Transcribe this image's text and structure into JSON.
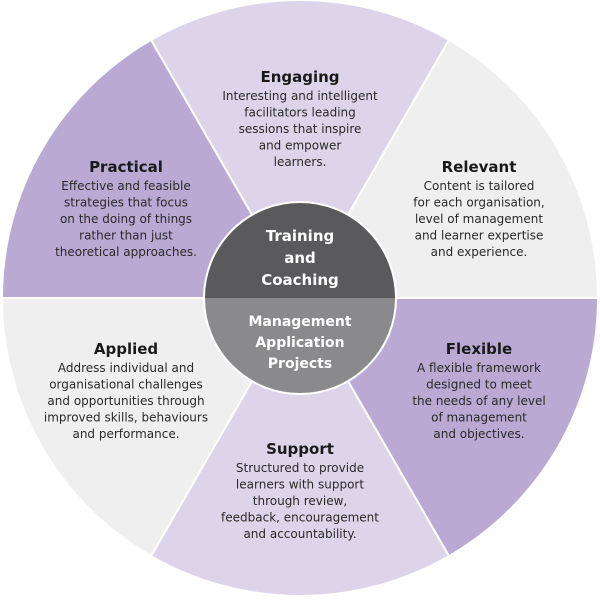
{
  "colors": {
    "dark_purple": "#b9a9d3",
    "light_purple": "#ddd4ea",
    "light_gray": "#efefef",
    "inner_top": "#5a595b",
    "inner_bottom": "#8a898b",
    "separator": "#ffffff",
    "text": "#1a1a1a"
  },
  "hub": {
    "top_lines": [
      "Training",
      "and",
      "Coaching"
    ],
    "bottom_lines": [
      "Management",
      "Application",
      "Projects"
    ]
  },
  "segments": [
    {
      "id": "engaging",
      "title": "Engaging",
      "body": [
        "Interesting and intelligent",
        "facilitators leading",
        "sessions that inspire",
        "and empower",
        "learners."
      ]
    },
    {
      "id": "relevant",
      "title": "Relevant",
      "body": [
        "Content is tailored",
        "for each organisation,",
        "level of management",
        "and learner expertise",
        "and experience."
      ]
    },
    {
      "id": "flexible",
      "title": "Flexible",
      "body": [
        "A flexible framework",
        "designed to meet",
        "the needs of any level",
        "of management",
        "and objectives."
      ]
    },
    {
      "id": "support",
      "title": "Support",
      "body": [
        "Structured to provide",
        "learners with support",
        "through review,",
        "feedback, encouragement",
        "and accountability."
      ]
    },
    {
      "id": "applied",
      "title": "Applied",
      "body": [
        "Address  individual and",
        "organisational challenges",
        "and opportunities through",
        "improved skills, behaviours",
        "and performance."
      ]
    },
    {
      "id": "practical",
      "title": "Practical",
      "body": [
        "Effective and feasible",
        "strategies that focus",
        "on the doing of things",
        "rather than just",
        "theoretical approaches."
      ]
    }
  ]
}
